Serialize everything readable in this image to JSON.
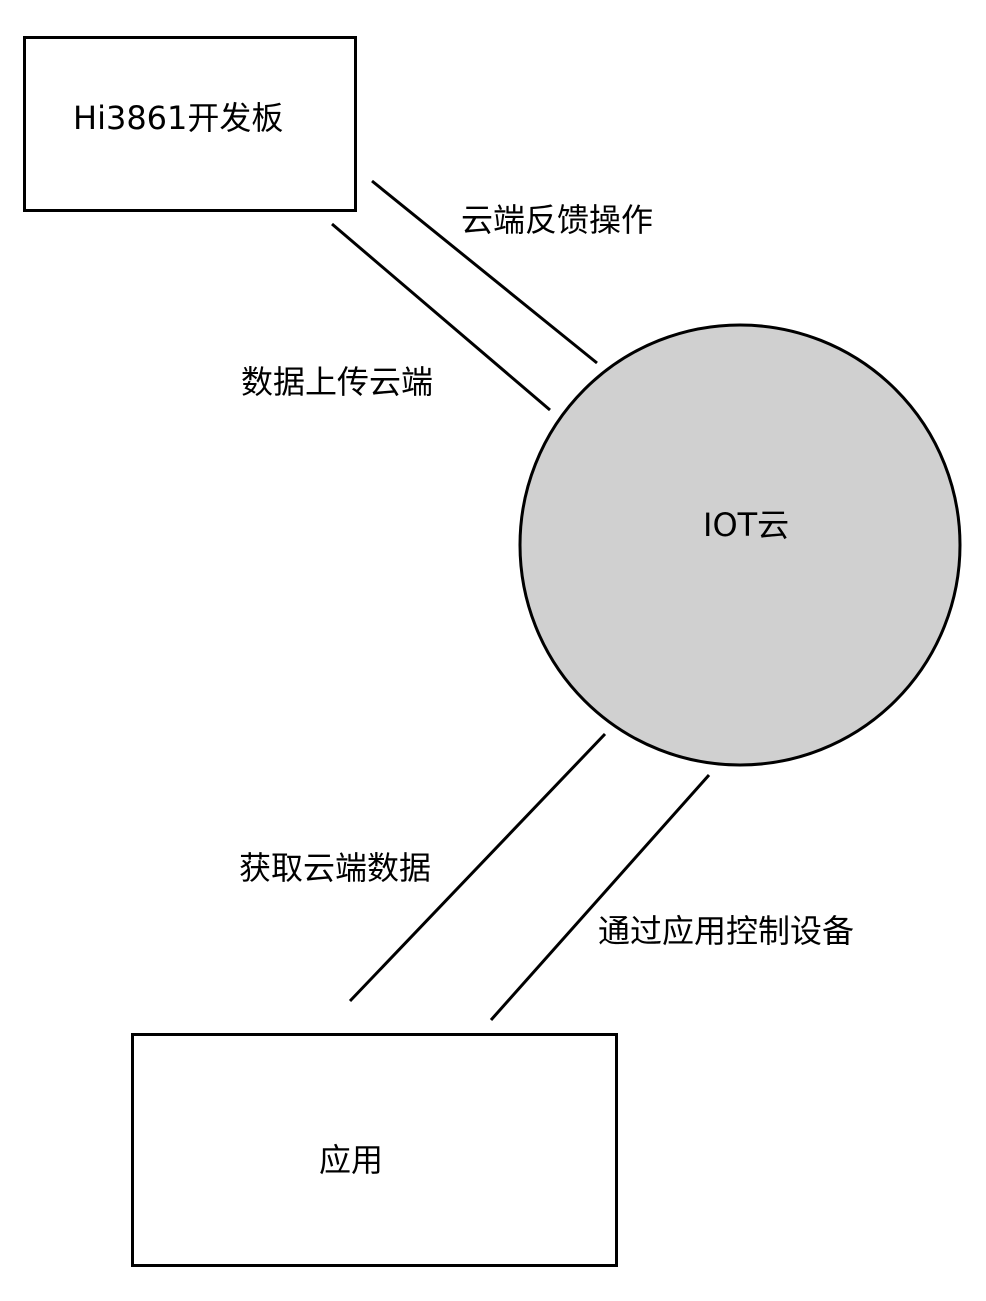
{
  "nodes": {
    "board": {
      "label": "Hi3861开发板"
    },
    "cloud": {
      "label": "IOT云",
      "fill": "#d0d0d0"
    },
    "app": {
      "label": "应用"
    }
  },
  "edges": [
    {
      "from": "cloud",
      "to": "board",
      "label": "云端反馈操作"
    },
    {
      "from": "board",
      "to": "cloud",
      "label": "数据上传云端"
    },
    {
      "from": "app",
      "to": "cloud",
      "label": "获取云端数据"
    },
    {
      "from": "app",
      "to": "cloud",
      "label": "通过应用控制设备"
    }
  ],
  "colors": {
    "stroke": "#000000",
    "background": "#ffffff"
  }
}
